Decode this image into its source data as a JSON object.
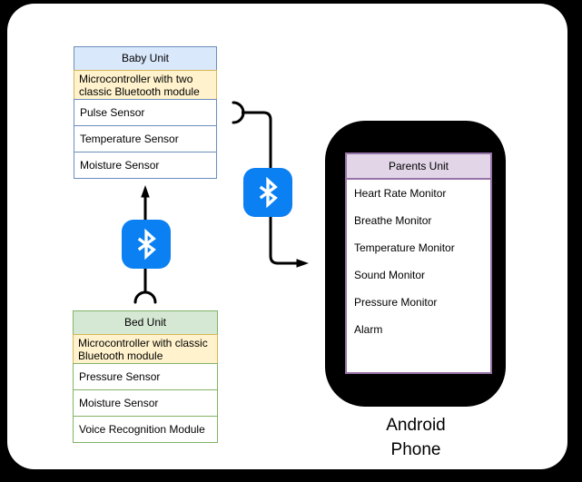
{
  "diagram": {
    "title_hint": "Baby monitoring system architecture",
    "canvas_bg": "#000000",
    "panel_bg": "#ffffff",
    "connections": [
      {
        "from": "Bed Unit",
        "to": "Baby Unit",
        "via": "bluetooth",
        "style": "arrow-up"
      },
      {
        "from": "Baby Unit",
        "to": "Parents Unit (Android Phone)",
        "via": "bluetooth",
        "style": "arrow-right"
      }
    ]
  },
  "baby_unit": {
    "title": "Baby Unit",
    "header_bg": "#dae8fc",
    "border_color": "#6c8ebf",
    "module_row": {
      "label": "Microcontroller with two classic Bluetooth module",
      "bg": "#fff2cc",
      "border_color": "#d6b656"
    },
    "rows": [
      "Pulse Sensor",
      "Temperature Sensor",
      "Moisture Sensor"
    ]
  },
  "bed_unit": {
    "title": "Bed Unit",
    "header_bg": "#d5e8d4",
    "border_color": "#82b366",
    "module_row": {
      "label": "Microcontroller with classic Bluetooth module",
      "bg": "#fff2cc",
      "border_color": "#d6b656"
    },
    "rows": [
      "Pressure Sensor",
      "Moisture Sensor",
      "Voice Recognition Module"
    ]
  },
  "parents_unit": {
    "title": "Parents Unit",
    "header_bg": "#e1d5e7",
    "border_color": "#9673a6",
    "rows": [
      "Heart Rate Monitor",
      "Breathe Monitor",
      "Temperature Monitor",
      "Sound Monitor",
      "Pressure Monitor",
      "Alarm"
    ]
  },
  "phone": {
    "label": "Android Phone",
    "body_color": "#000000"
  },
  "bluetooth": {
    "icon_name": "bluetooth-icon",
    "color": "#0a80f2",
    "glyph_color": "#ffffff"
  }
}
